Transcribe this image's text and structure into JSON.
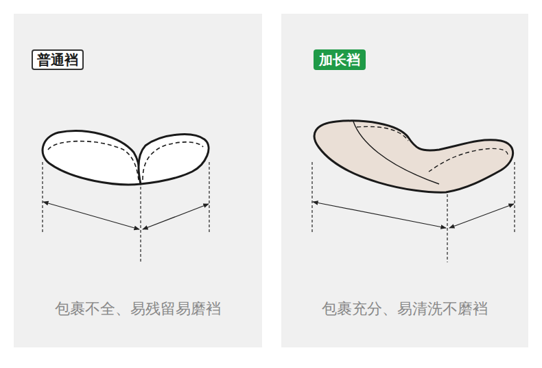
{
  "diagram": {
    "nodes": [
      {
        "text": [
          "普通裆"
        ]
      },
      {
        "text": [
          "加长裆"
        ]
      }
    ],
    "labels": [
      "包裹不全、易残留易磨裆",
      "包裹充分、易清洗不磨裆"
    ]
  }
}
